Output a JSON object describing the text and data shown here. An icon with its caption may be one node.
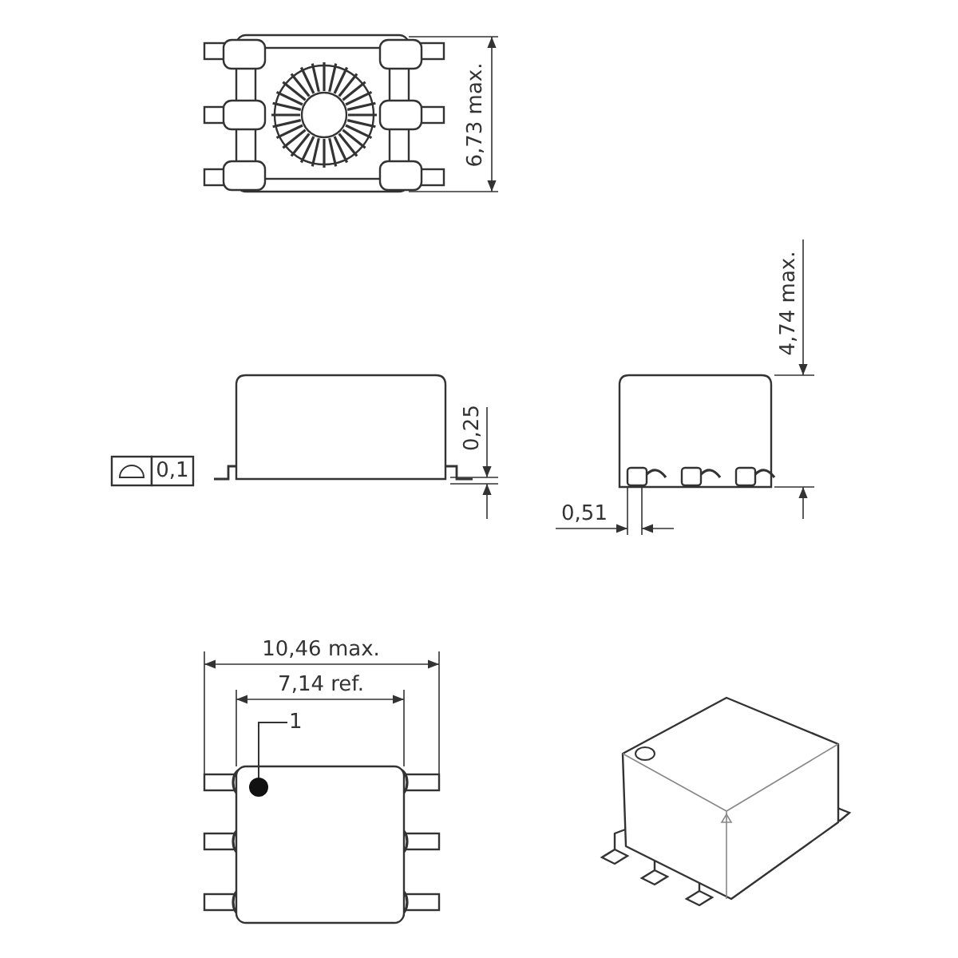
{
  "diagram": {
    "nodes": [
      {
        "text": [
          "1"
        ]
      },
      {
        "text": [],
        "shape": "circle"
      }
    ],
    "edges": [
      {
        "from": 0,
        "to": 1,
        "arrow": "none"
      }
    ],
    "labels": [
      "6,73 max.",
      "4,74 max.",
      "0,1",
      "0,25",
      "0,51",
      "10,46 max.",
      "7,14 ref."
    ]
  }
}
